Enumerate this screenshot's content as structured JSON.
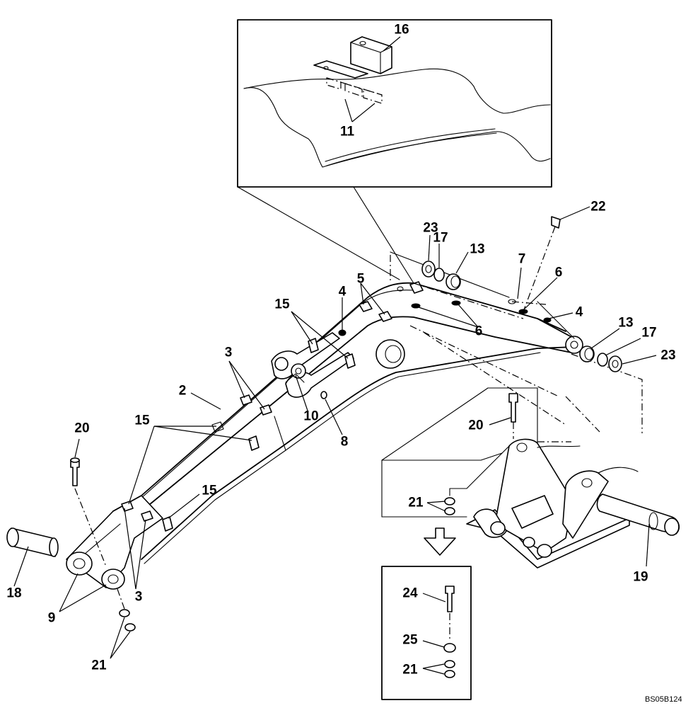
{
  "figure_ref": "BS05B124",
  "callouts": {
    "c2": "2",
    "c3a": "3",
    "c3b": "3",
    "c4a": "4",
    "c4b": "4",
    "c5": "5",
    "c6a": "6",
    "c6b": "6",
    "c7": "7",
    "c8": "8",
    "c9": "9",
    "c10": "10",
    "c11": "11",
    "c13a": "13",
    "c13b": "13",
    "c15a": "15",
    "c15b": "15",
    "c15c": "15",
    "c16": "16",
    "c17a": "17",
    "c17b": "17",
    "c18": "18",
    "c19": "19",
    "c20a": "20",
    "c20b": "20",
    "c21a": "21",
    "c21b": "21",
    "c21c": "21",
    "c22": "22",
    "c23a": "23",
    "c23b": "23",
    "c24": "24",
    "c25": "25"
  }
}
